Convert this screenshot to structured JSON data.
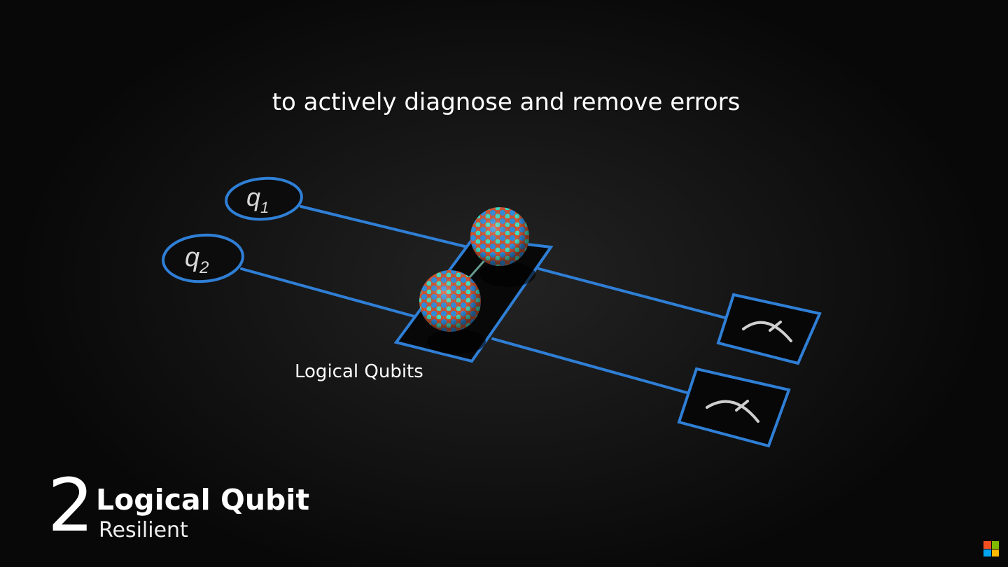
{
  "caption": "to actively diagnose and remove errors",
  "diagram": {
    "qubit_labels": [
      "q1",
      "q2"
    ],
    "qubit_label_base": "q",
    "qubit_label_subscripts": [
      "1",
      "2"
    ],
    "gate_label": "Logical Qubits",
    "line_color": "#2f7fd6"
  },
  "section": {
    "number": "2",
    "title": "Logical Qubit",
    "subtitle": "Resilient"
  },
  "logo": {
    "name": "microsoft-logo",
    "colors": [
      "#f25022",
      "#7fba00",
      "#00a4ef",
      "#ffb900"
    ]
  }
}
